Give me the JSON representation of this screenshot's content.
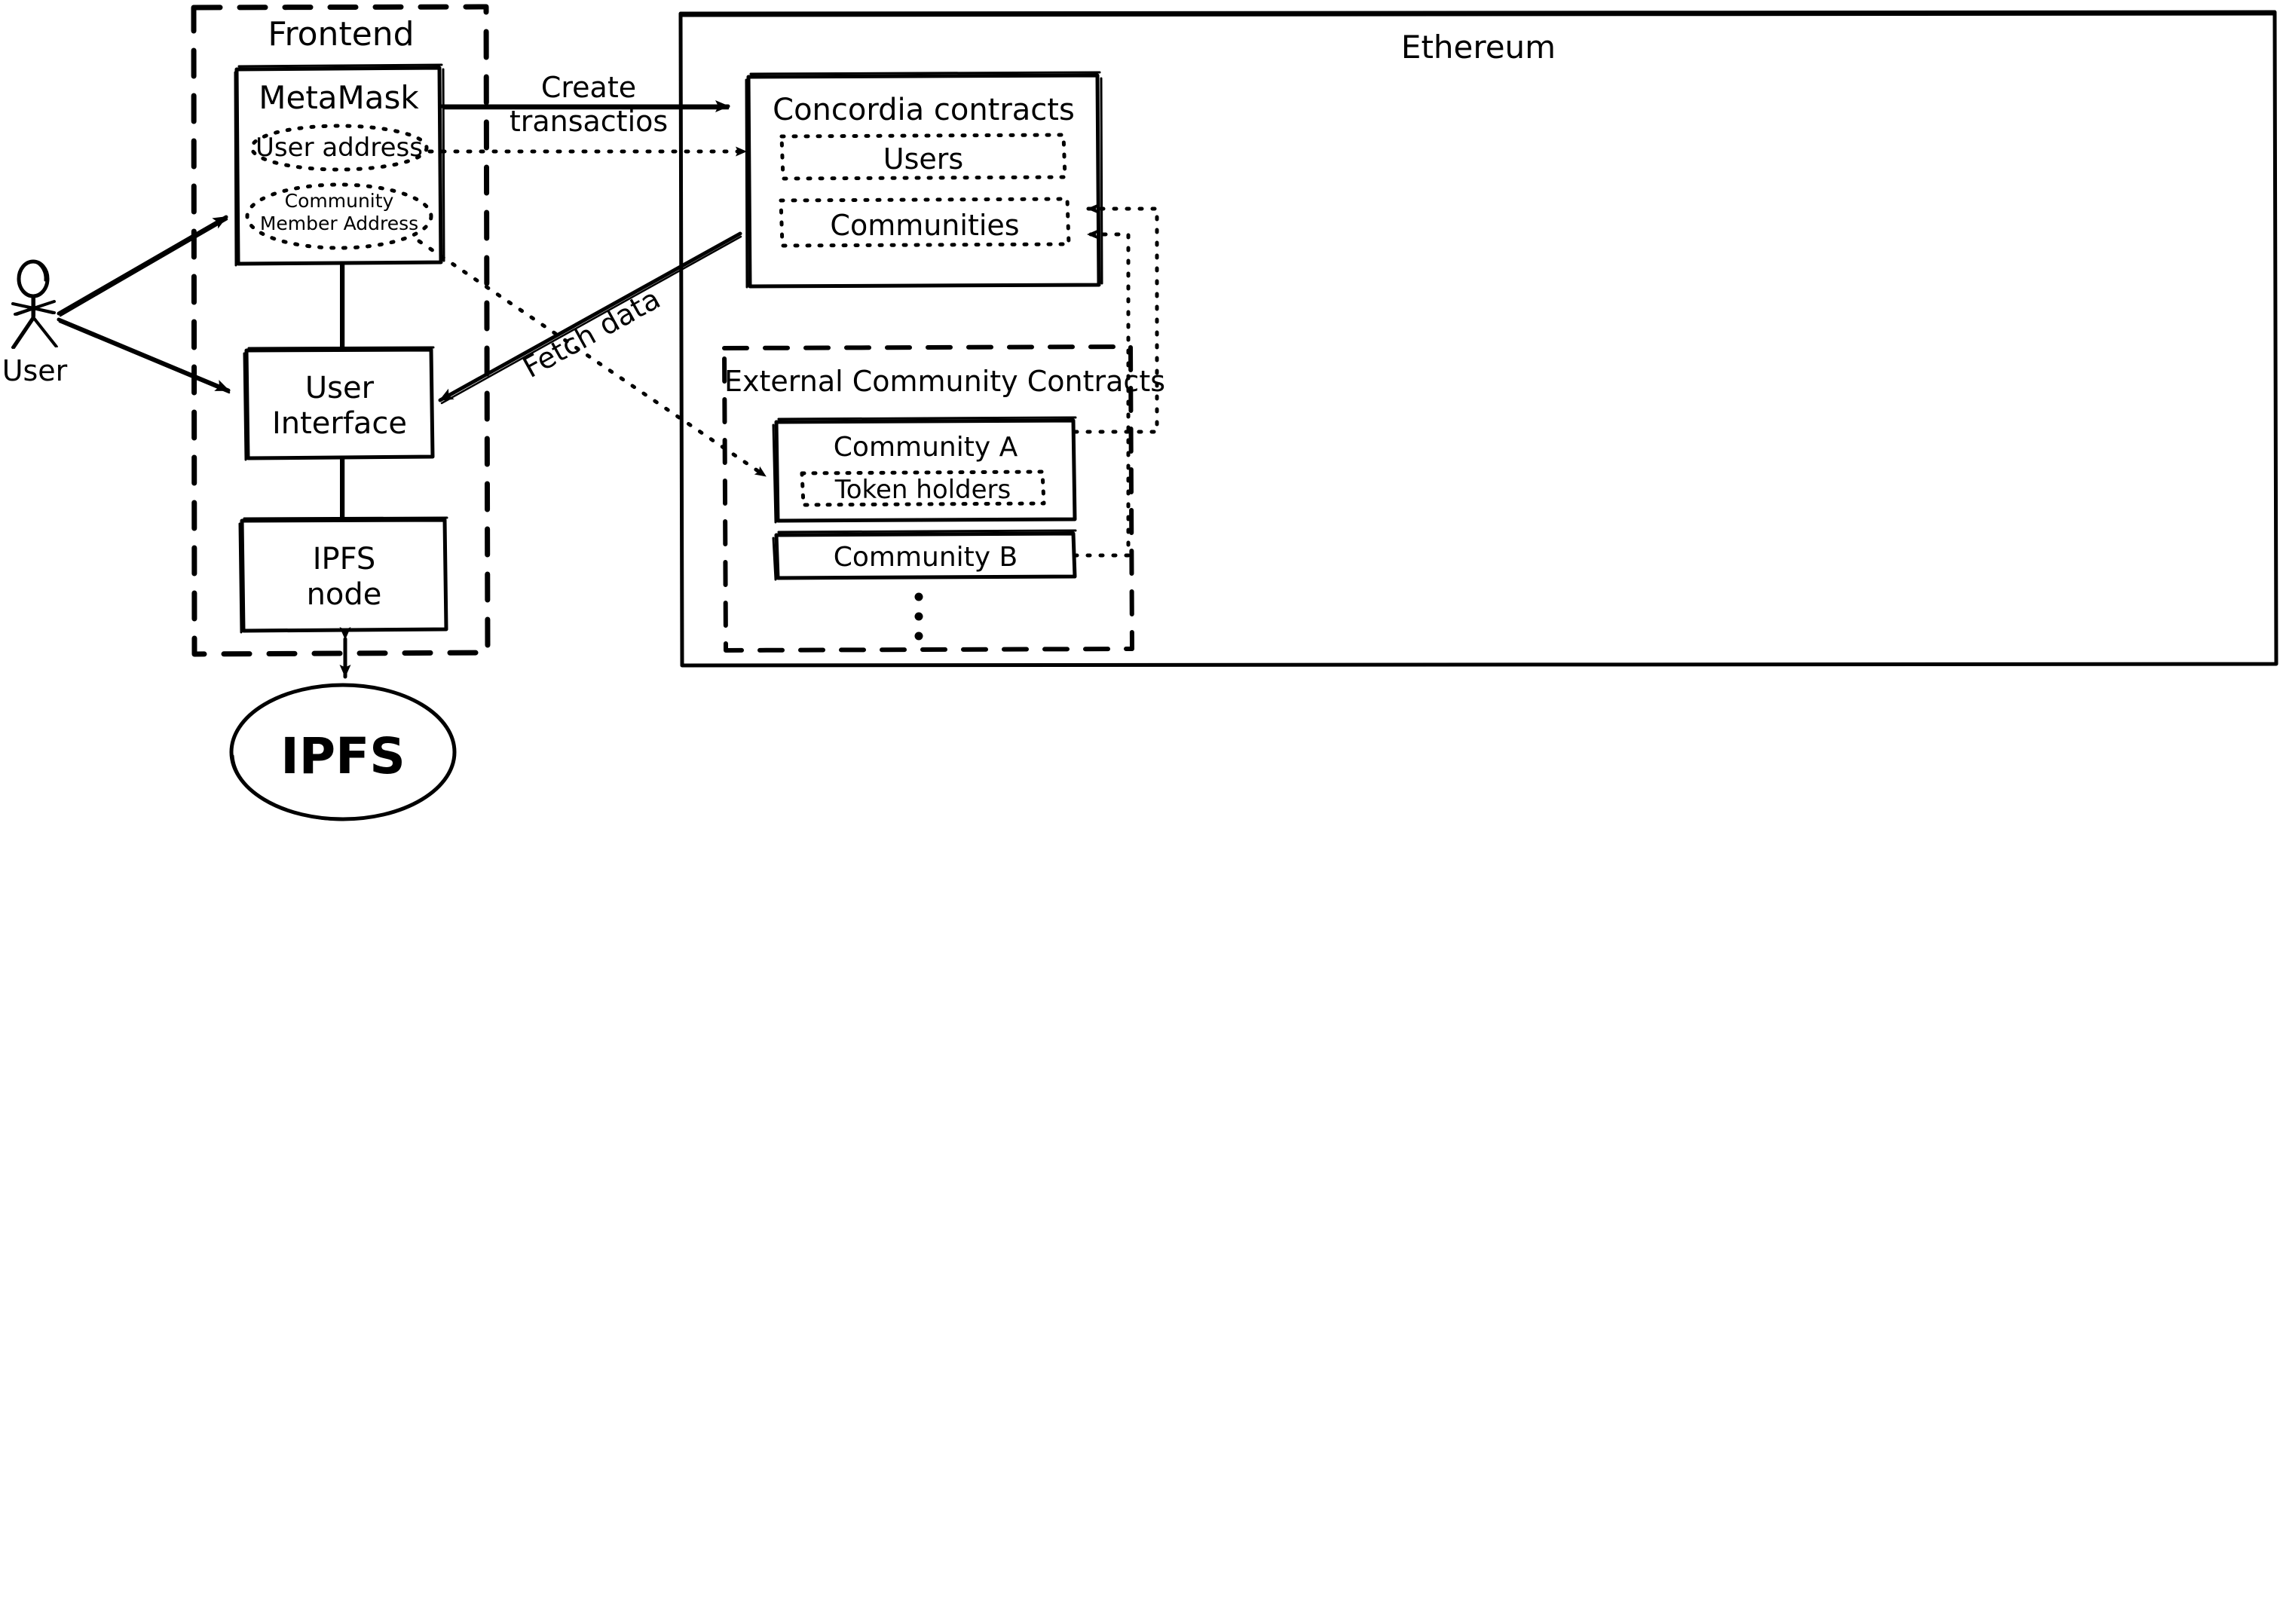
{
  "diagram": {
    "title_hidden": "",
    "type": "architecture-diagram",
    "style": "hand-drawn sketch, black on white"
  },
  "actor": {
    "label": "User",
    "icon": "stick-figure-actor"
  },
  "frontend": {
    "group_label": "Frontend",
    "boundary_style": "dashed",
    "metamask": {
      "label": "MetaMask",
      "ellipses": [
        {
          "label": "User address"
        },
        {
          "label": "Community\nMember Address"
        }
      ]
    },
    "user_interface": {
      "label": "User\nInterface"
    },
    "ipfs_node": {
      "label": "IPFS\nnode"
    }
  },
  "ipfs_network": {
    "label": "IPFS",
    "shape": "ellipse"
  },
  "ethereum": {
    "group_label": "Ethereum",
    "boundary_style": "solid",
    "concordia": {
      "label": "Concordia contracts",
      "inner": [
        {
          "label": "Users"
        },
        {
          "label": "Communities"
        }
      ]
    },
    "external": {
      "group_label": "External Community Contracts",
      "boundary_style": "dashed",
      "communities": [
        {
          "label": "Community A",
          "inner": {
            "label": "Token holders"
          }
        },
        {
          "label": "Community B"
        }
      ],
      "ellipsis": "⋮"
    }
  },
  "edges": [
    {
      "label": "Create\ntransactios",
      "from": "MetaMask",
      "to": "Concordia contracts",
      "style": "solid"
    },
    {
      "label": "Fetch data",
      "from": "Concordia contracts",
      "to": "User Interface",
      "style": "solid"
    },
    {
      "label": "",
      "from": "User address",
      "to": "Users",
      "style": "dotted"
    },
    {
      "label": "",
      "from": "Community Member Address",
      "to": "Token holders",
      "style": "dotted"
    },
    {
      "label": "",
      "from": "Community A",
      "to": "Communities",
      "style": "dotted"
    },
    {
      "label": "",
      "from": "Community B",
      "to": "Communities",
      "style": "dotted"
    },
    {
      "label": "",
      "from": "User",
      "to": "MetaMask",
      "style": "solid"
    },
    {
      "label": "",
      "from": "User",
      "to": "User Interface",
      "style": "solid"
    },
    {
      "label": "",
      "from": "MetaMask",
      "to": "User Interface",
      "style": "solid"
    },
    {
      "label": "",
      "from": "User Interface",
      "to": "IPFS node",
      "style": "solid"
    },
    {
      "label": "",
      "from": "IPFS node",
      "to": "IPFS",
      "style": "solid-bidirectional"
    }
  ],
  "colors": {
    "stroke": "#000000",
    "background": "#ffffff"
  }
}
